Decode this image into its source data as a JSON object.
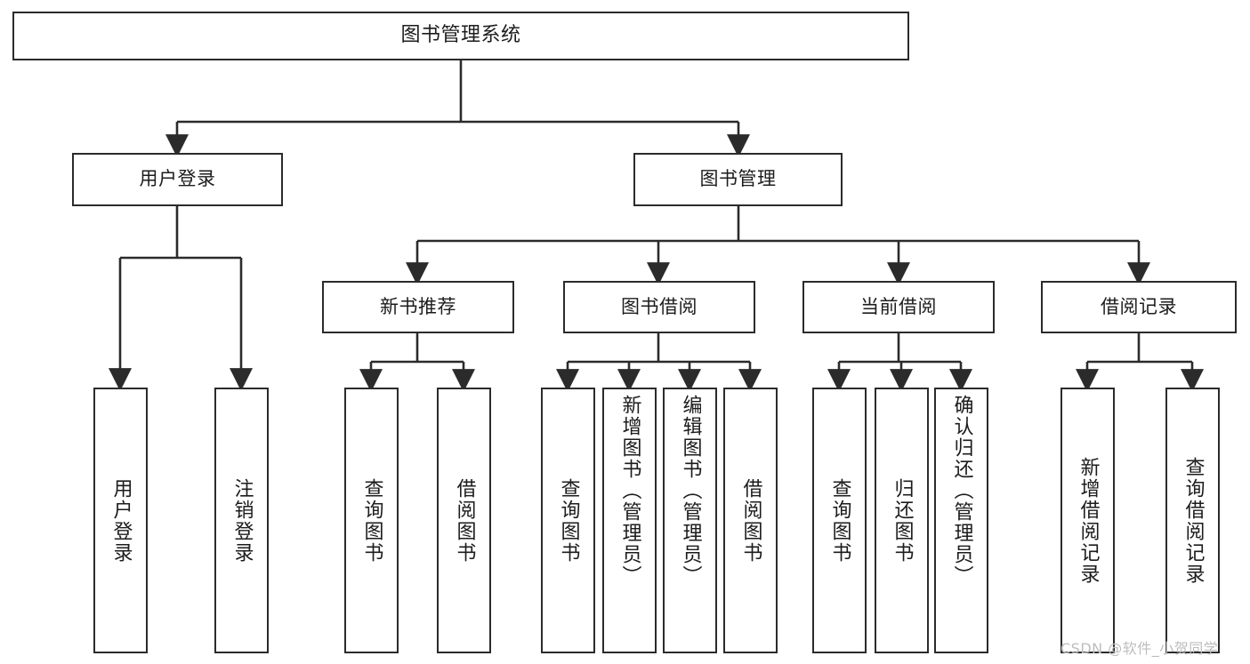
{
  "diagram": {
    "title": "图书管理系统",
    "type": "tree-hierarchy",
    "root": {
      "label": "图书管理系统"
    },
    "level2": [
      {
        "label": "用户登录"
      },
      {
        "label": "图书管理"
      }
    ],
    "level3": [
      {
        "label": "新书推荐"
      },
      {
        "label": "图书借阅"
      },
      {
        "label": "当前借阅"
      },
      {
        "label": "借阅记录"
      }
    ],
    "leaves": {
      "user_login": [
        {
          "label": "用户登录"
        },
        {
          "label": "注销登录"
        }
      ],
      "new_book_recommend": [
        {
          "label": "查询图书"
        },
        {
          "label": "借阅图书"
        }
      ],
      "book_borrow": [
        {
          "label": "查询图书"
        },
        {
          "label": "新增图书（管理员）"
        },
        {
          "label": "编辑图书（管理员）"
        },
        {
          "label": "借阅图书"
        }
      ],
      "current_borrow": [
        {
          "label": "查询图书"
        },
        {
          "label": "归还图书"
        },
        {
          "label": "确认归还（管理员）"
        }
      ],
      "borrow_record": [
        {
          "label": "新增借阅记录"
        },
        {
          "label": "查询借阅记录"
        }
      ]
    }
  },
  "watermark": {
    "text": "CSDN @软件_小贺同学"
  },
  "colors": {
    "box_border": "#2b2b2b",
    "box_fill": "#ffffff",
    "connector": "#2b2b2b",
    "text": "#1c1c1c",
    "watermark": "#bdbdbd",
    "background": "#ffffff"
  }
}
